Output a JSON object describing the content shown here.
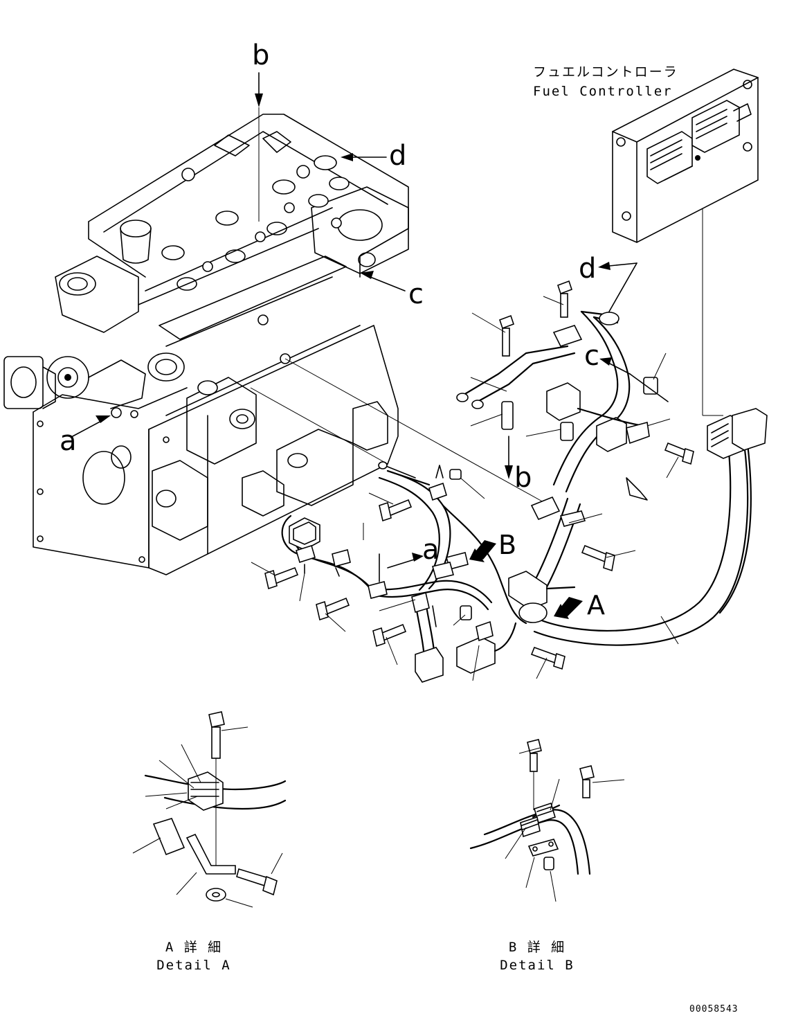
{
  "callouts": {
    "b_top": "b",
    "d_top": "d",
    "c_right": "c",
    "a_left": "a",
    "d_harness": "d",
    "c_harness": "c",
    "b_harness": "b",
    "a_harness": "a",
    "view_b": "B",
    "view_a": "A"
  },
  "fuel_controller": {
    "label_jp": "フュエルコントローラ",
    "label_en": "Fuel Controller"
  },
  "detail_a": {
    "label_jp": "A 詳 細",
    "label_en": "Detail A"
  },
  "detail_b": {
    "label_jp": "B 詳 細",
    "label_en": "Detail B"
  },
  "drawing_number": "00058543",
  "colors": {
    "line": "#000000",
    "background": "#ffffff"
  }
}
